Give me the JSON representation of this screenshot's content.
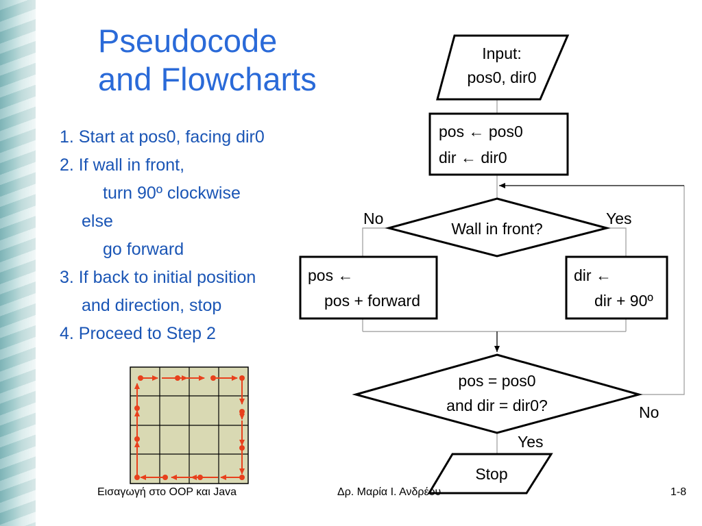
{
  "slide": {
    "title_line1": "Pseudocode",
    "title_line2": "and Flowcharts",
    "steps": {
      "s1": "1. Start at pos0, facing dir0",
      "s2": "2. If wall in front,",
      "s2a": "turn 90º clockwise",
      "s2b": "else",
      "s2c": "go forward",
      "s3": "3. If back to initial position",
      "s3b": "and direction, stop",
      "s4": "4. Proceed to Step 2"
    }
  },
  "flowchart": {
    "input_line1": "Input:",
    "input_line2": "pos0, dir0",
    "init_line1": "pos ← pos0",
    "init_line2": "dir ← dir0",
    "decision1": "Wall in front?",
    "no_label": "No",
    "yes_label": "Yes",
    "move_line1": "pos ←",
    "move_line2": "pos + forward",
    "turn_line1": "dir ←",
    "turn_line2": "dir + 90º",
    "decision2_line1": "pos = pos0",
    "decision2_line2": "and dir = dir0?",
    "no2_label": "No",
    "yes2_label": "Yes",
    "stop": "Stop"
  },
  "colors": {
    "title": "#2a6ad8",
    "text": "#1a55b5",
    "path": "#e8401c",
    "grid_fill": "#d9d9b3"
  },
  "footer": {
    "left": "Εισαγωγή στο OOP και Java",
    "center": "Δρ. Μαρία Ι. Ανδρέου",
    "right": "1-8"
  }
}
